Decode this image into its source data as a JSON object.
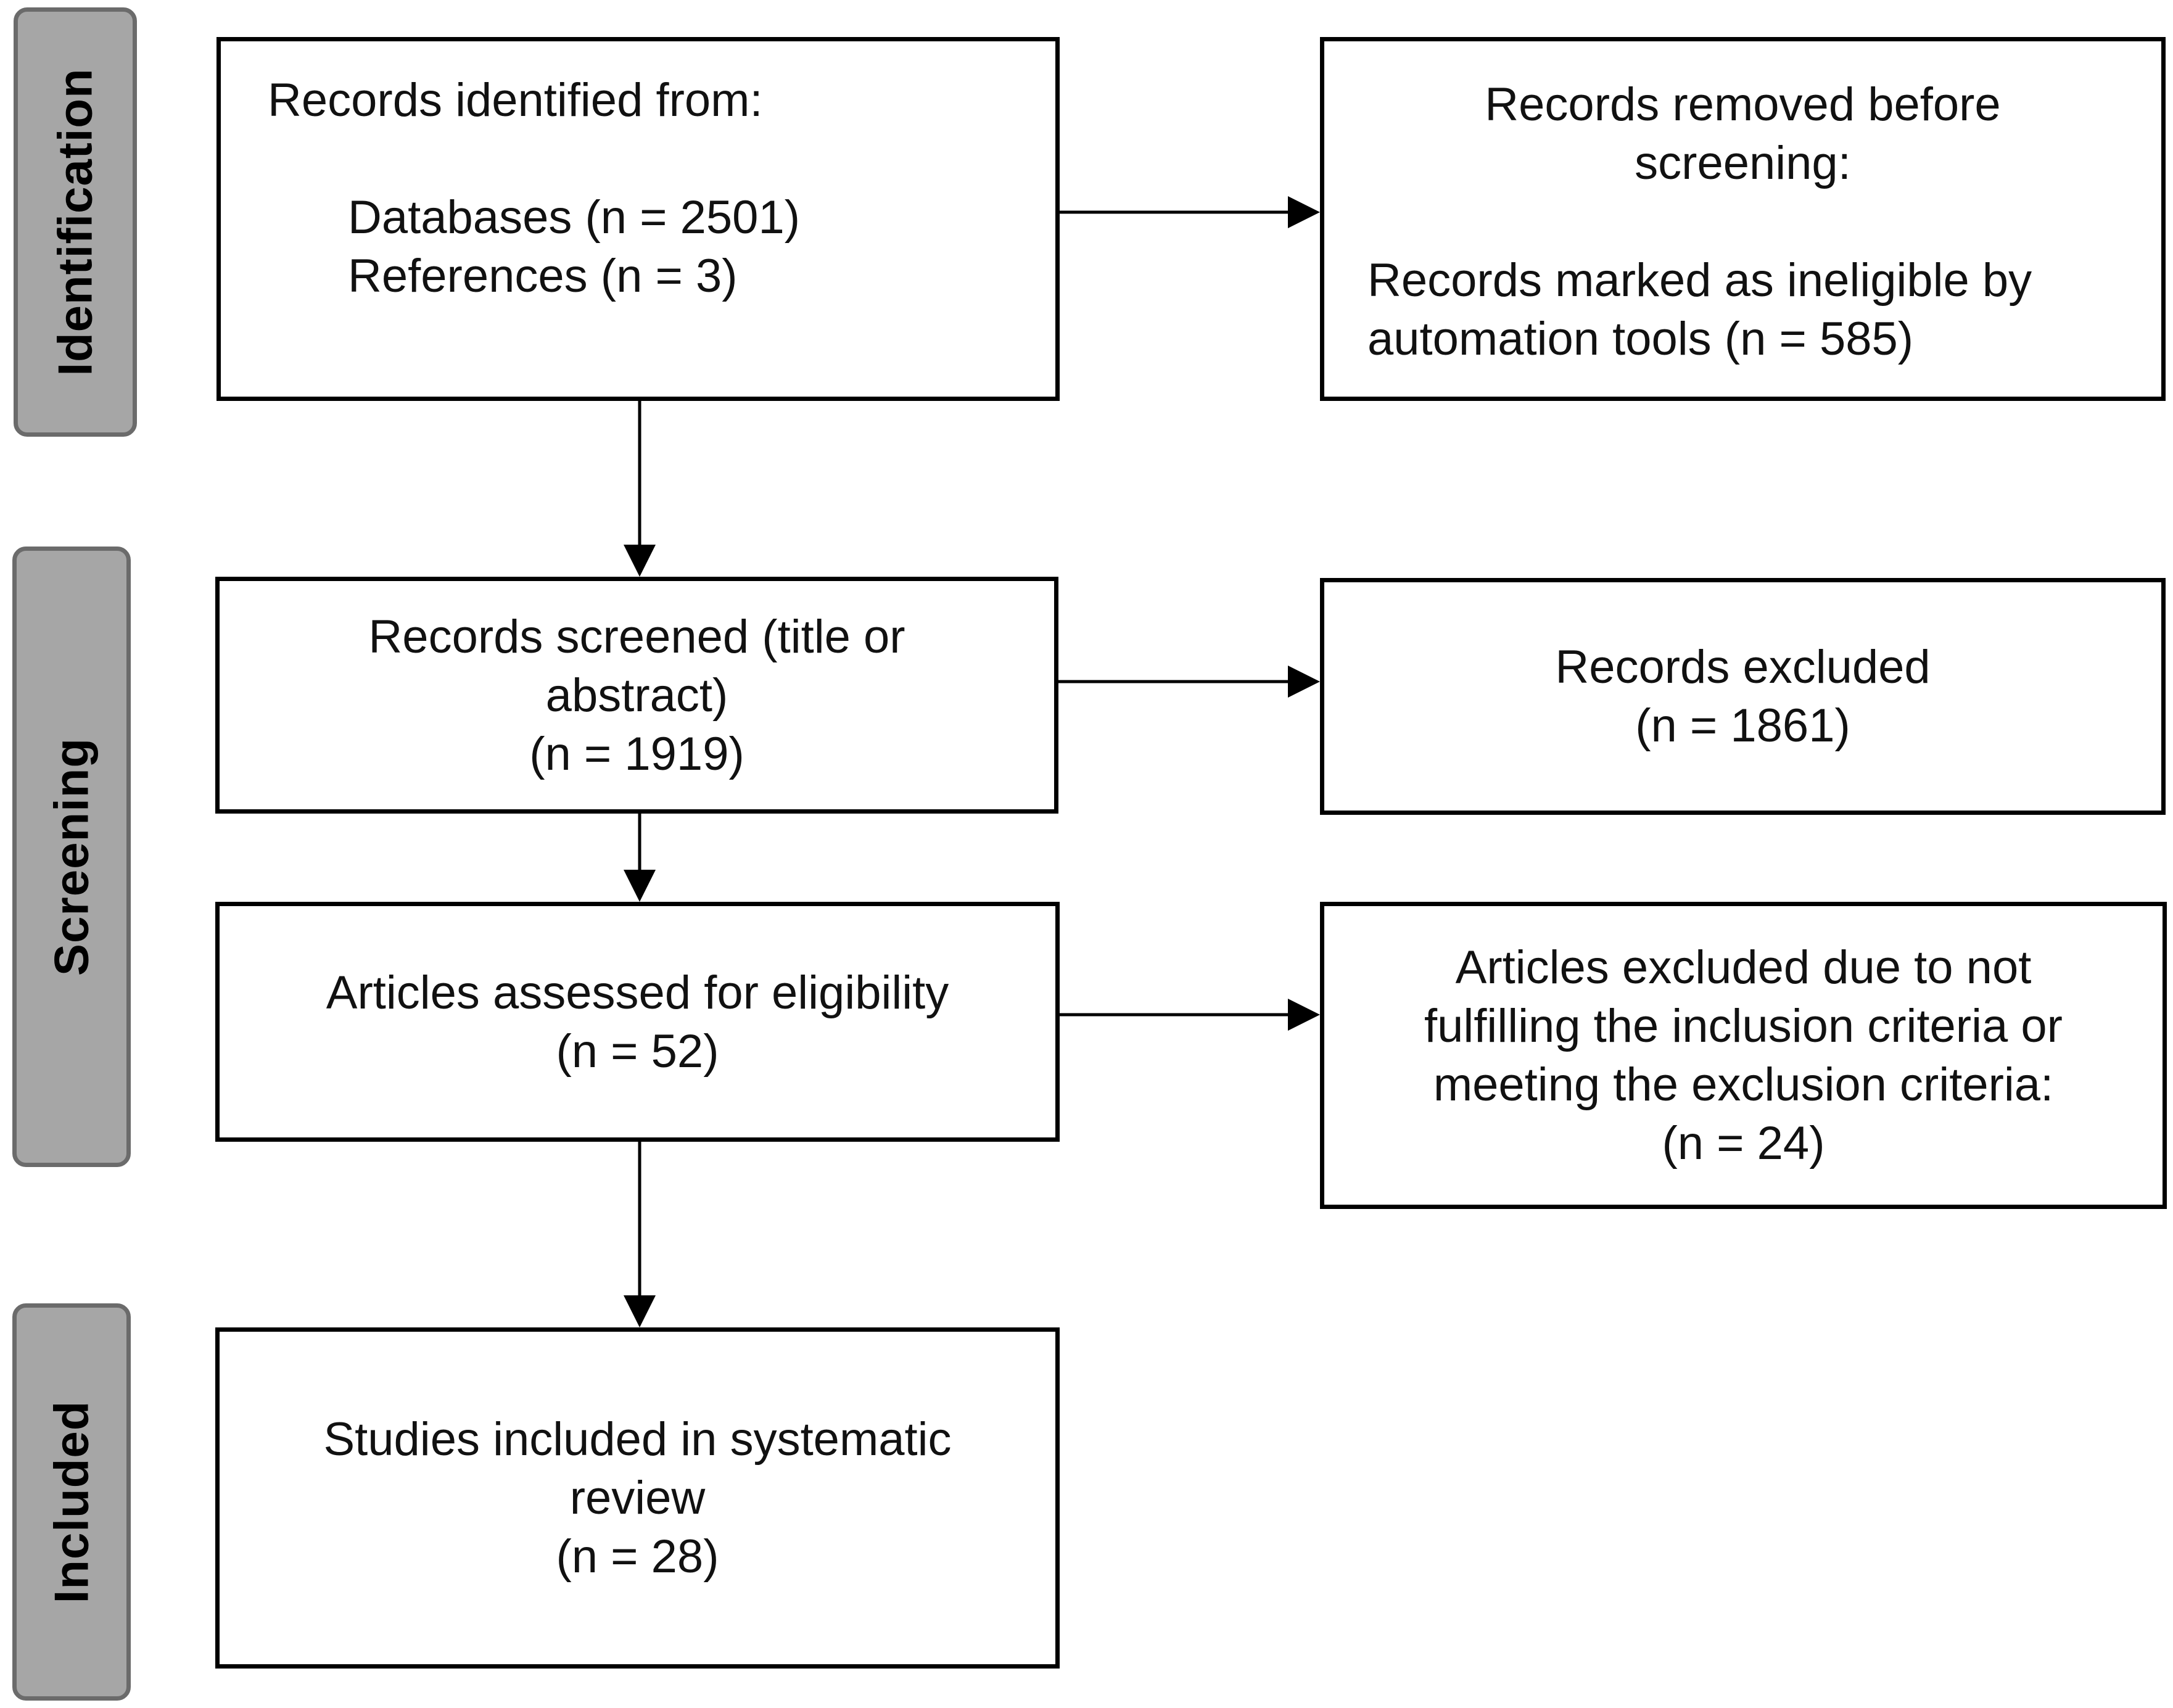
{
  "phases": {
    "identification": "Identification",
    "screening": "Screening",
    "included": "Included"
  },
  "boxes": {
    "records_identified": {
      "heading": "Records identified from:",
      "databases": "Databases (n = 2501)",
      "references": "References (n = 3)"
    },
    "records_removed": {
      "heading_line1": "Records removed before",
      "heading_line2": "screening:",
      "detail_line1": "Records marked as ineligible by",
      "detail_line2": "automation tools (n = 585)"
    },
    "records_screened": {
      "line1": "Records screened (title or",
      "line2": "abstract)",
      "line3": "(n = 1919)"
    },
    "records_excluded": {
      "line1": "Records excluded",
      "line2": "(n = 1861)"
    },
    "articles_assessed": {
      "line1": "Articles assessed for eligibility",
      "line2": "(n = 52)"
    },
    "articles_excluded": {
      "line1": "Articles excluded due to not",
      "line2": "fulfilling the inclusion criteria or",
      "line3": "meeting the exclusion criteria:",
      "line4": "(n = 24)"
    },
    "studies_included": {
      "line1": "Studies included in systematic",
      "line2": "review",
      "line3": "(n = 28)"
    }
  },
  "colors": {
    "phase_fill": "#a6a6a6",
    "phase_border": "#6b6b6b",
    "box_border": "#000000",
    "arrow": "#000000"
  }
}
